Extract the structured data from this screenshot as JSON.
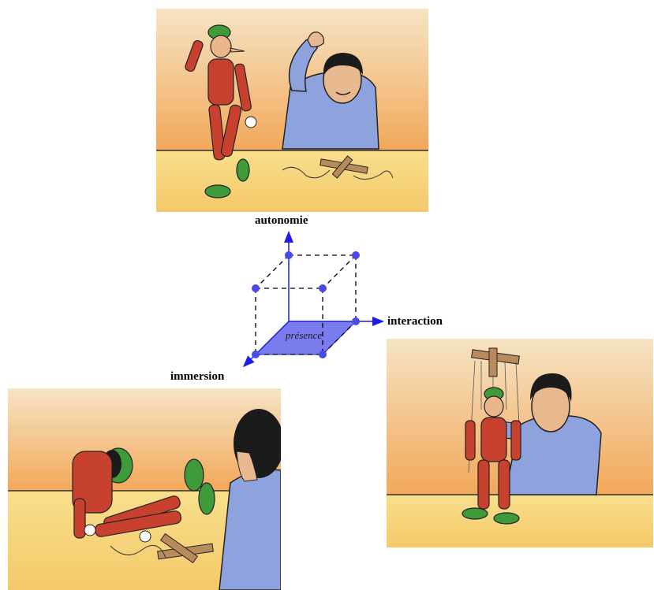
{
  "diagram": {
    "axes": {
      "autonomy": "autonomie",
      "interaction": "interaction",
      "immersion": "immersion"
    },
    "base_face_label": "présence",
    "colors": {
      "axis": "#1e1ee6",
      "vertex": "#4a4ae8",
      "face": "#7b7bf0",
      "edge": "#000000"
    }
  },
  "illustrations": [
    {
      "id": "top",
      "scene": "autonomous puppet walking freely, strings cut, man waving",
      "icon": "free-puppet-illustration"
    },
    {
      "id": "left",
      "scene": "puppet slumped on floor with crossbar, man watching from behind",
      "icon": "slumped-puppet-illustration"
    },
    {
      "id": "right",
      "scene": "man manipulating puppet with strings and crossbar",
      "icon": "string-puppet-illustration"
    }
  ]
}
